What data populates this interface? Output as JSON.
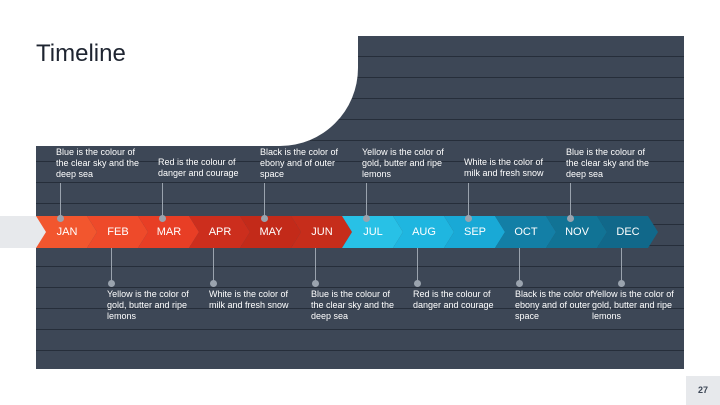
{
  "slide": {
    "title": "Timeline",
    "page_number": "27"
  },
  "colors": {
    "panel": "#3d4756",
    "jan": "#f2562e",
    "feb": "#ee4a2a",
    "mar": "#e83e25",
    "apr": "#cc2e1d",
    "may": "#c32a19",
    "jun": "#c62d1b",
    "jul": "#28c1e6",
    "aug": "#1fb6e0",
    "sep": "#19a9d6",
    "oct": "#137fa6",
    "nov": "#117395",
    "dec": "#11688a"
  },
  "months": [
    {
      "label": "JAN",
      "position": "top",
      "note": "Blue is the colour of the clear sky and the deep sea"
    },
    {
      "label": "FEB",
      "position": "bottom",
      "note": "Yellow is the color of gold, butter and ripe lemons"
    },
    {
      "label": "MAR",
      "position": "top",
      "note": "Red is the colour of danger and courage"
    },
    {
      "label": "APR",
      "position": "bottom",
      "note": "White is the color of milk and fresh snow"
    },
    {
      "label": "MAY",
      "position": "top",
      "note": "Black is the color of ebony and of outer space"
    },
    {
      "label": "JUN",
      "position": "bottom",
      "note": "Blue is the colour of the clear sky and the deep sea"
    },
    {
      "label": "JUL",
      "position": "top",
      "note": "Yellow is the color of gold, butter and ripe lemons"
    },
    {
      "label": "AUG",
      "position": "bottom",
      "note": "Red is the colour of danger and courage"
    },
    {
      "label": "SEP",
      "position": "top",
      "note": "White is the color of milk and fresh snow"
    },
    {
      "label": "OCT",
      "position": "bottom",
      "note": "Black is the color of ebony and of outer space"
    },
    {
      "label": "NOV",
      "position": "top",
      "note": "Blue is the colour of the clear sky and the deep sea"
    },
    {
      "label": "DEC",
      "position": "bottom",
      "note": "Yellow is the color of gold, butter and ripe lemons"
    }
  ]
}
